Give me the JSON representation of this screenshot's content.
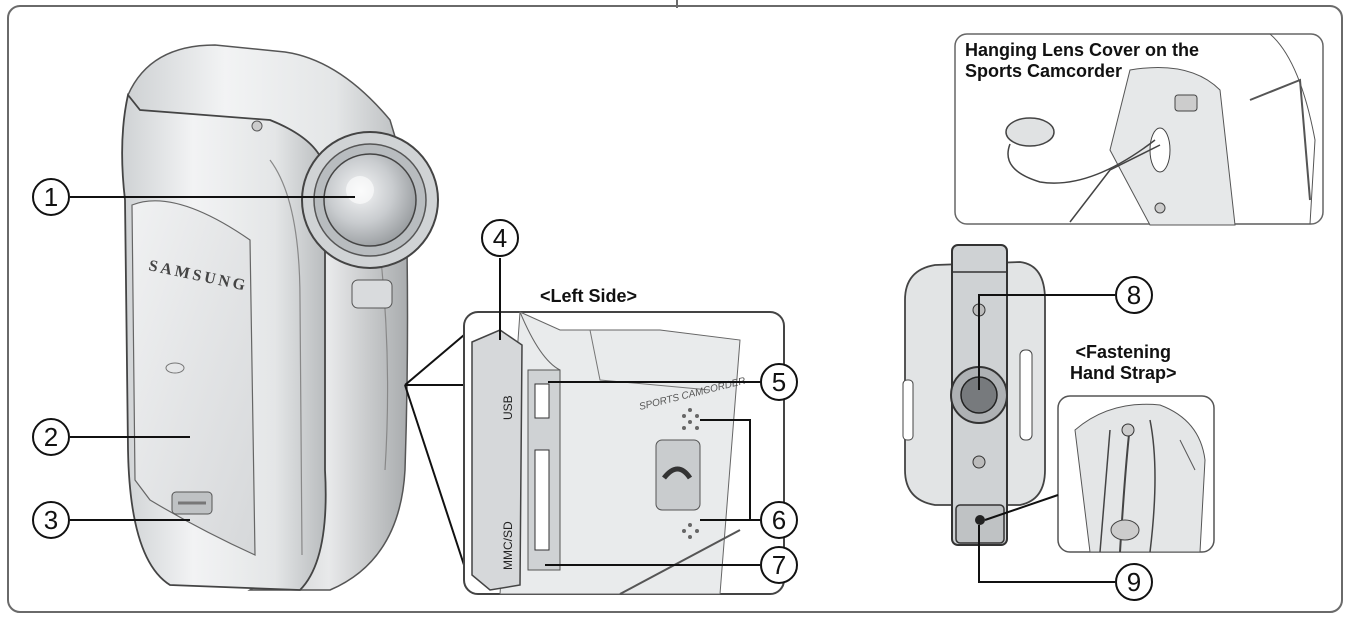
{
  "titles": {
    "lens_cover": "Hanging Lens Cover on the\nSports Camcorder",
    "left_side": "<Left Side>",
    "hand_strap": "<Fastening\nHand Strap>"
  },
  "product_text": {
    "brand": "SAMSUNG",
    "usb": "USB",
    "card": "MMC/SD",
    "sports": "SPORTS CAMCORDER"
  },
  "callouts": [
    "1",
    "2",
    "3",
    "4",
    "5",
    "6",
    "7",
    "8",
    "9"
  ]
}
